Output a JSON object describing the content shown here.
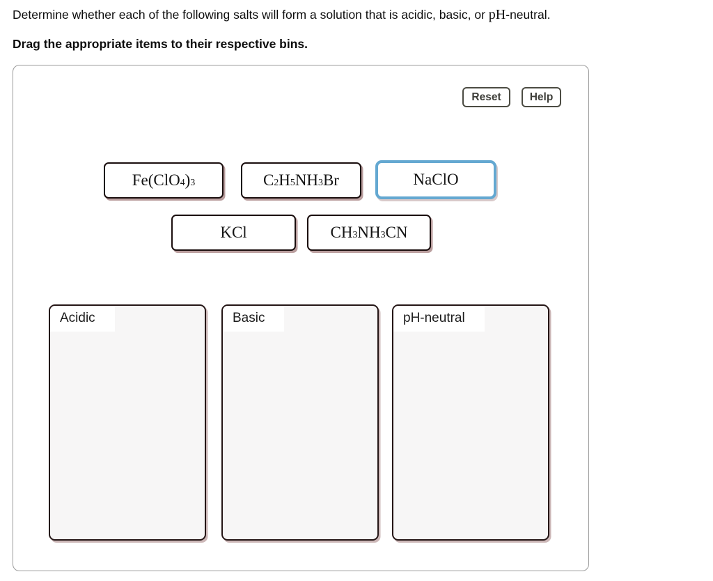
{
  "instructions": {
    "line1_prefix": "Determine whether each of the following salts will form a solution that is acidic, basic, or ",
    "line1_ph": "pH",
    "line1_suffix": "-neutral.",
    "line2": "Drag the appropriate items to their respective bins."
  },
  "toolbar": {
    "reset_label": "Reset",
    "help_label": "Help"
  },
  "items": [
    {
      "formula": "Fe(ClO_4)_3",
      "selected": false
    },
    {
      "formula": "C_2H_5NH_3Br",
      "selected": false
    },
    {
      "formula": "NaClO",
      "selected": true
    },
    {
      "formula": "KCl",
      "selected": false
    },
    {
      "formula": "CH_3NH_3CN",
      "selected": false
    }
  ],
  "bins": [
    {
      "label": "Acidic"
    },
    {
      "label": "Basic"
    },
    {
      "label": "pH-neutral"
    }
  ],
  "colors": {
    "selected_item_border": "#64a8d1",
    "item_border": "#1a0e0e",
    "item_shadow": "#824e4e",
    "bin_background": "#f7f6f6",
    "bin_border": "#241515",
    "panel_border": "#9a9a9a",
    "button_border": "#4c4c43",
    "button_text": "#3d3d38"
  }
}
